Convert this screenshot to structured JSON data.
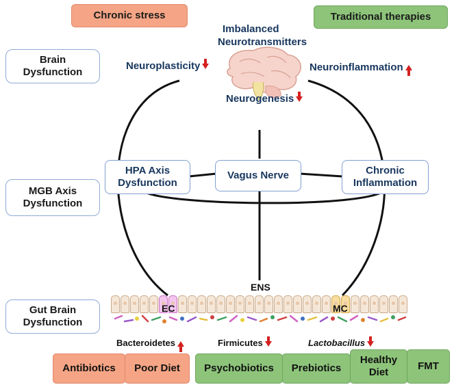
{
  "top_tags": {
    "left": "Chronic stress",
    "right": "Traditional therapies"
  },
  "left_labels": {
    "brain": "Brain Dysfunction",
    "mgb": "MGB Axis Dysfunction",
    "gut": "Gut Brain Dysfunction"
  },
  "brain": {
    "title_line1": "Imbalanced",
    "title_line2": "Neurotransmitters",
    "neuroplasticity": "Neuroplasticity",
    "neurogenesis": "Neurogenesis",
    "neuroinflammation": "Neuroinflammation"
  },
  "nodes": {
    "hpa": "HPA Axis Dysfunction",
    "vagus": "Vagus Nerve",
    "inflammation": "Chronic Inflammation"
  },
  "gut": {
    "ens": "ENS",
    "ec": "EC",
    "mc": "MC"
  },
  "microbes": {
    "bacteroidetes": "Bacteroidetes",
    "firmicutes": "Firmicutes",
    "lactobacillus": "Lactobacillus"
  },
  "bottom": {
    "antibiotics": "Antibiotics",
    "poor_diet": "Poor Diet",
    "psychobiotics": "Psychobiotics",
    "prebiotics": "Prebiotics",
    "healthy_diet": "Healthy Diet",
    "fmt": "FMT"
  },
  "colors": {
    "orange": "#f5a585",
    "green": "#8dc47a",
    "navy": "#17365d",
    "arrow": "#d42020"
  }
}
